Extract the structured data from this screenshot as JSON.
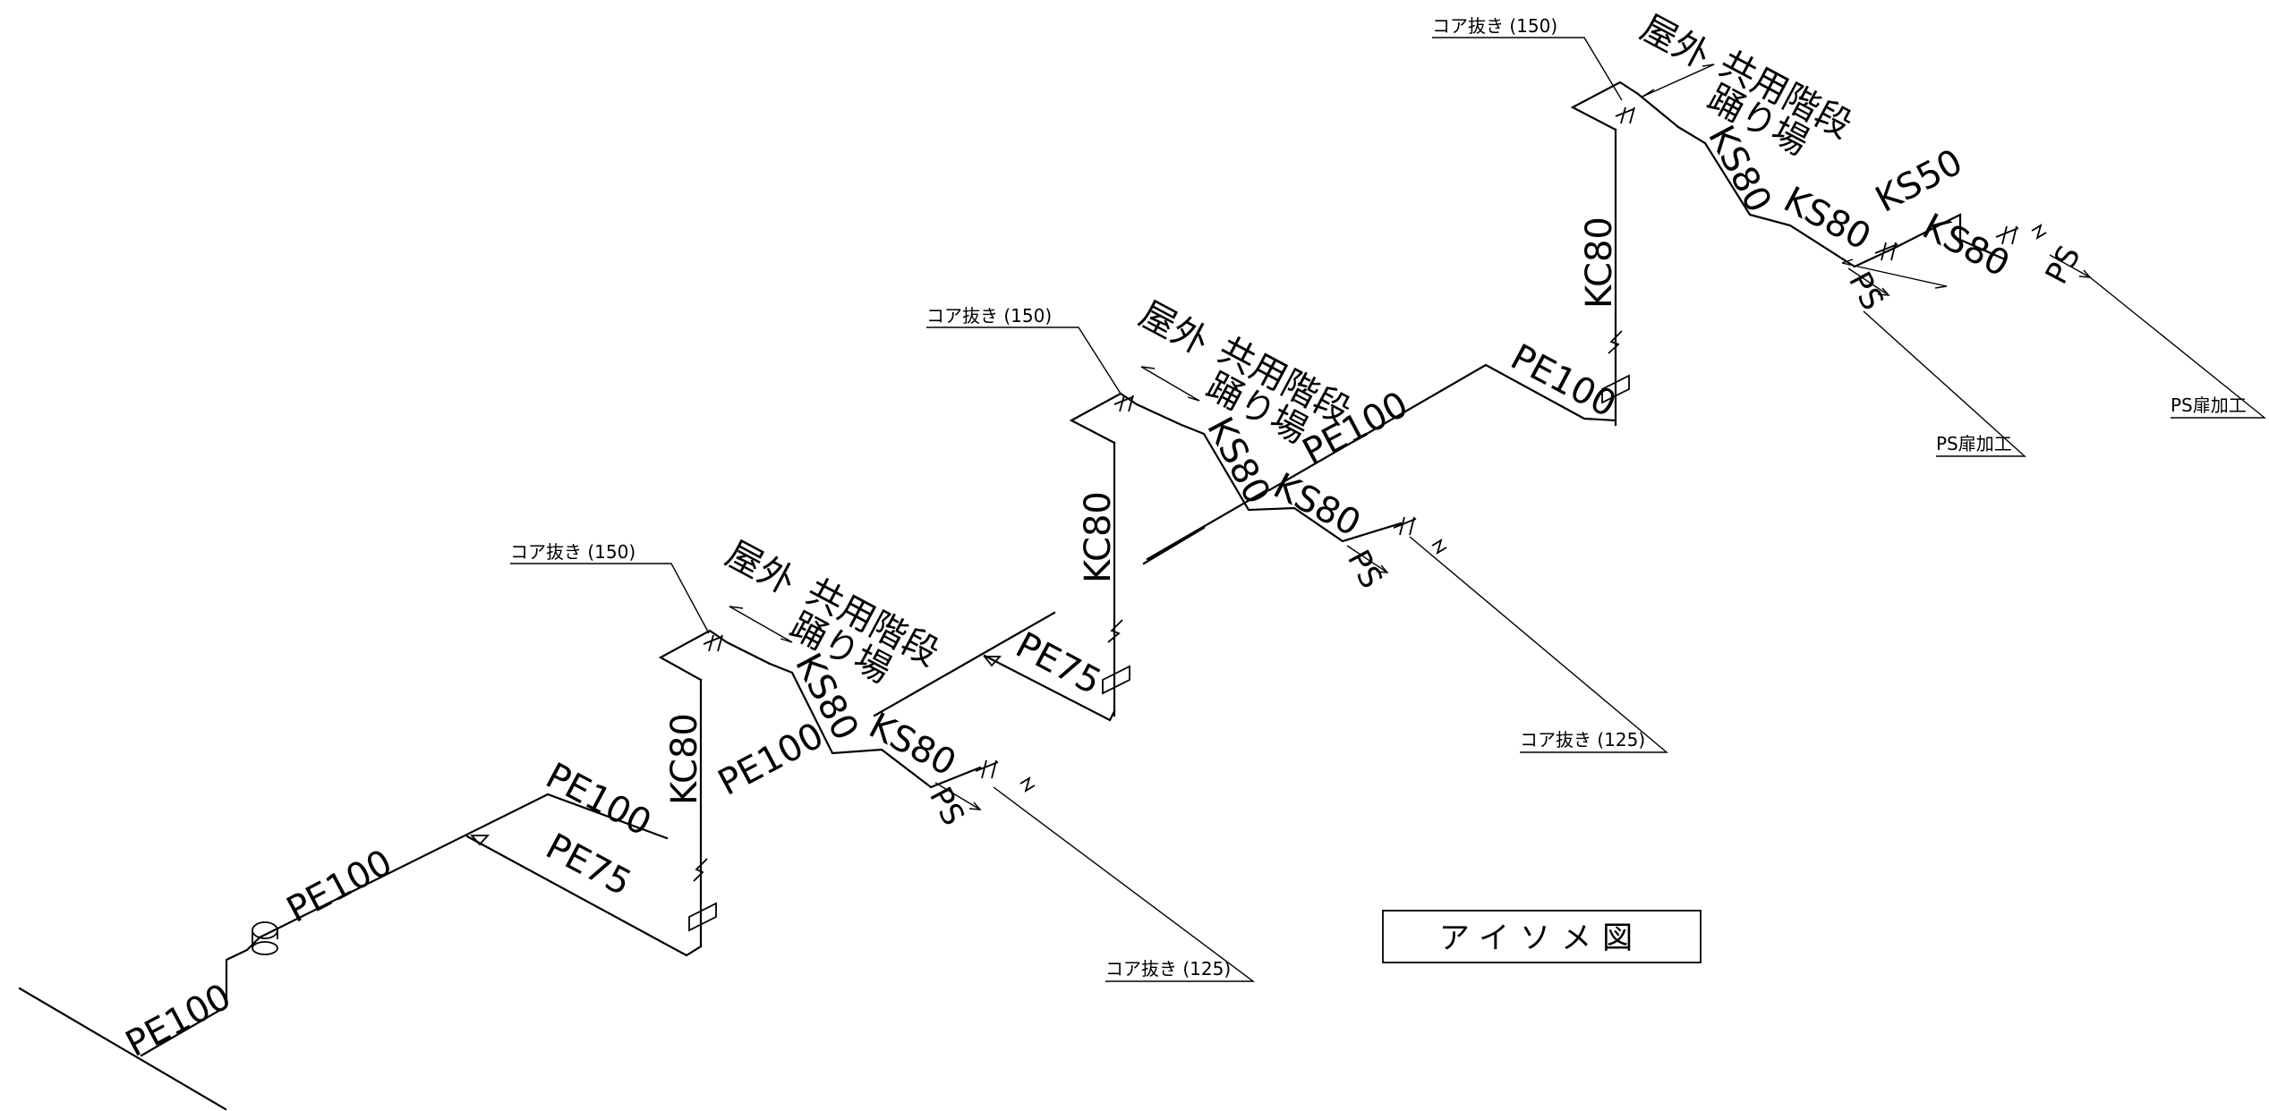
{
  "title": "アイソメ図",
  "pipe_labels": {
    "pe100": "PE100",
    "pe75": "PE75",
    "ks80": "KS80",
    "ks50": "KS50",
    "kc80": "KC80",
    "ps": "PS"
  },
  "area_label": {
    "line1_a": "屋外",
    "line1_b": "共用階段",
    "line2": "踊り場"
  },
  "notes": {
    "core150": "コア抜き (150)",
    "core125": "コア抜き (125)",
    "ps_door": "PS扉加工"
  }
}
